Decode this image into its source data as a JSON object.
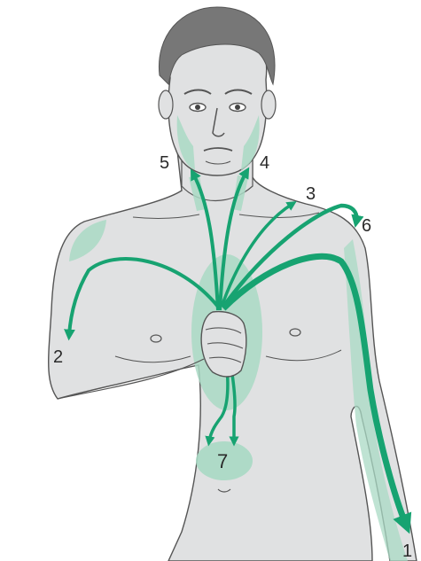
{
  "figure": {
    "colors": {
      "skin": "#e0e1e2",
      "outline": "#555555",
      "hair": "#777777",
      "referral_zone": "#a9d9c4",
      "pain_arrow": "#17a371"
    },
    "labels": [
      {
        "id": "l1",
        "text": "1"
      },
      {
        "id": "l2",
        "text": "2"
      },
      {
        "id": "l3",
        "text": "3"
      },
      {
        "id": "l4",
        "text": "4"
      },
      {
        "id": "l5",
        "text": "5"
      },
      {
        "id": "l6",
        "text": "6"
      },
      {
        "id": "l7",
        "text": "7"
      }
    ]
  }
}
